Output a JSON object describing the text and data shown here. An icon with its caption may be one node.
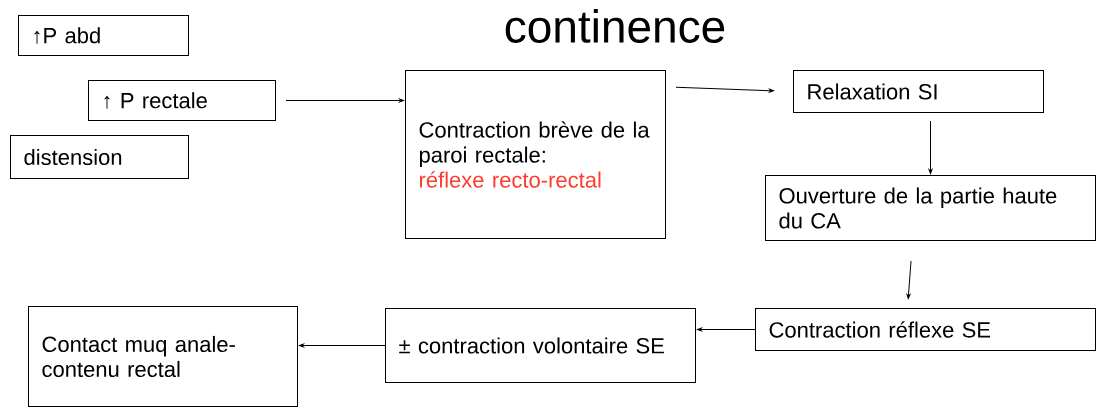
{
  "diagram": {
    "title": "continence",
    "nodes": [
      {
        "text": [
          "↑P abd"
        ]
      },
      {
        "text": [
          "↑ P rectale"
        ]
      },
      {
        "text": [
          "distension"
        ]
      },
      {
        "text": [
          "Contraction brève de la paroi rectale:",
          "réflexe recto-rectal"
        ]
      },
      {
        "text": [
          "Relaxation SI"
        ]
      },
      {
        "text": [
          "Ouverture de la partie haute du CA"
        ]
      },
      {
        "text": [
          "Contraction réflexe SE"
        ]
      },
      {
        "text": [
          "± contraction volontaire SE"
        ]
      },
      {
        "text": [
          "Contact muq anale-contenu rectal"
        ]
      }
    ],
    "edges": [
      {
        "from": 1,
        "to": 3,
        "arrow": "to"
      },
      {
        "from": 3,
        "to": 4,
        "arrow": "to"
      },
      {
        "from": 4,
        "to": 5,
        "arrow": "to"
      },
      {
        "from": 5,
        "to": 6,
        "arrow": "to"
      },
      {
        "from": 6,
        "to": 7,
        "arrow": "to"
      },
      {
        "from": 7,
        "to": 8,
        "arrow": "to"
      }
    ]
  }
}
